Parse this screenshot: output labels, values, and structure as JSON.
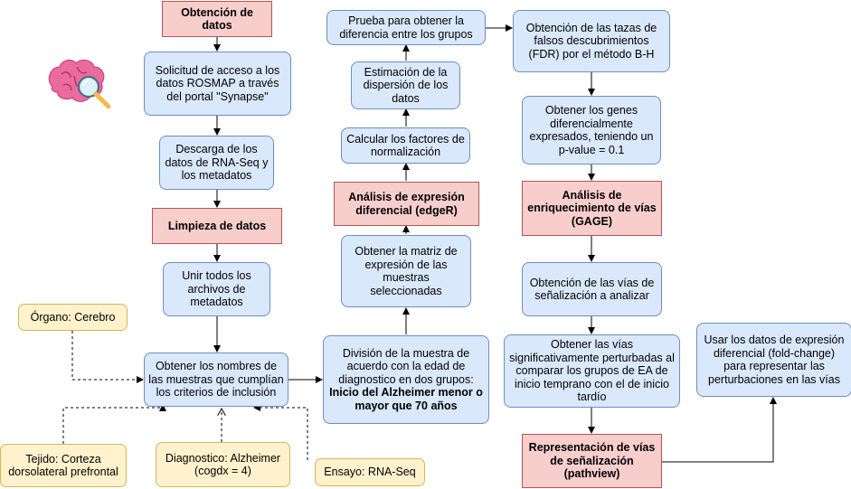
{
  "nodes": {
    "obtencion_datos": "Obtención de\ndatos",
    "solicitud": "Solicitud de acceso a los datos ROSMAP a través del portal \"Synapse\"",
    "descarga": "Descarga de los datos de RNA-Seq y los metadatos",
    "limpieza": "Limpieza de datos",
    "unir": "Unir todos los archivos de metadatos",
    "obtener_nombres": "Obtener los nombres de las muestras que cumplían los criterios de inclusión",
    "organo": "Órgano: Cerebro",
    "tejido": "Tejido: Corteza dorsolateral prefrontal",
    "diagnostico": "Diagnostico: Alzheimer (cogdx = 4)",
    "ensayo": "Ensayo: RNA-Seq",
    "division": "División de la muestra de acuerdo con la edad de diagnostico en dos grupos:",
    "division_bold": "Inicio del Alzheimer menor o mayor que 70 años",
    "matriz": "Obtener la matriz de expresión de las muestras seleccionadas",
    "analisis_expresion": "Análisis de expresión diferencial (edgeR)",
    "factores": "Calcular los factores de normalización",
    "dispersion": "Estimación de la dispersión de los datos",
    "prueba": "Prueba para obtener la diferencia entre los grupos",
    "fdr": "Obtención de las tazas de falsos descubrimientos (FDR) por el método B-H",
    "genes": "Obtener los genes diferencialmente expresados, teniendo un  p-value = 0.1",
    "enriquecimiento": "Análisis de enriquecimiento de vías (GAGE)",
    "vias_analizar": "Obtención de las vías de señalización a analizar",
    "vias_perturbadas": "Obtener las vías significativamente perturbadas al comparar los grupos de EA de inicio temprano con el de inicio tardío",
    "representacion": "Representación de vías de señalización (pathview)",
    "usar_datos": "Usar los datos de expresión diferencial (fold-change) para representar las perturbaciones en las vías"
  },
  "colors": {
    "blue_fill": "#dae8fc",
    "blue_stroke": "#6c8ebf",
    "red_fill": "#f8cecc",
    "red_stroke": "#b85450",
    "yellow_fill": "#fff2cc",
    "yellow_stroke": "#d6b656",
    "brain": "#ea6b9e",
    "magnifier": "#f5b94e"
  },
  "icons": {
    "brain": "brain-search-icon"
  }
}
